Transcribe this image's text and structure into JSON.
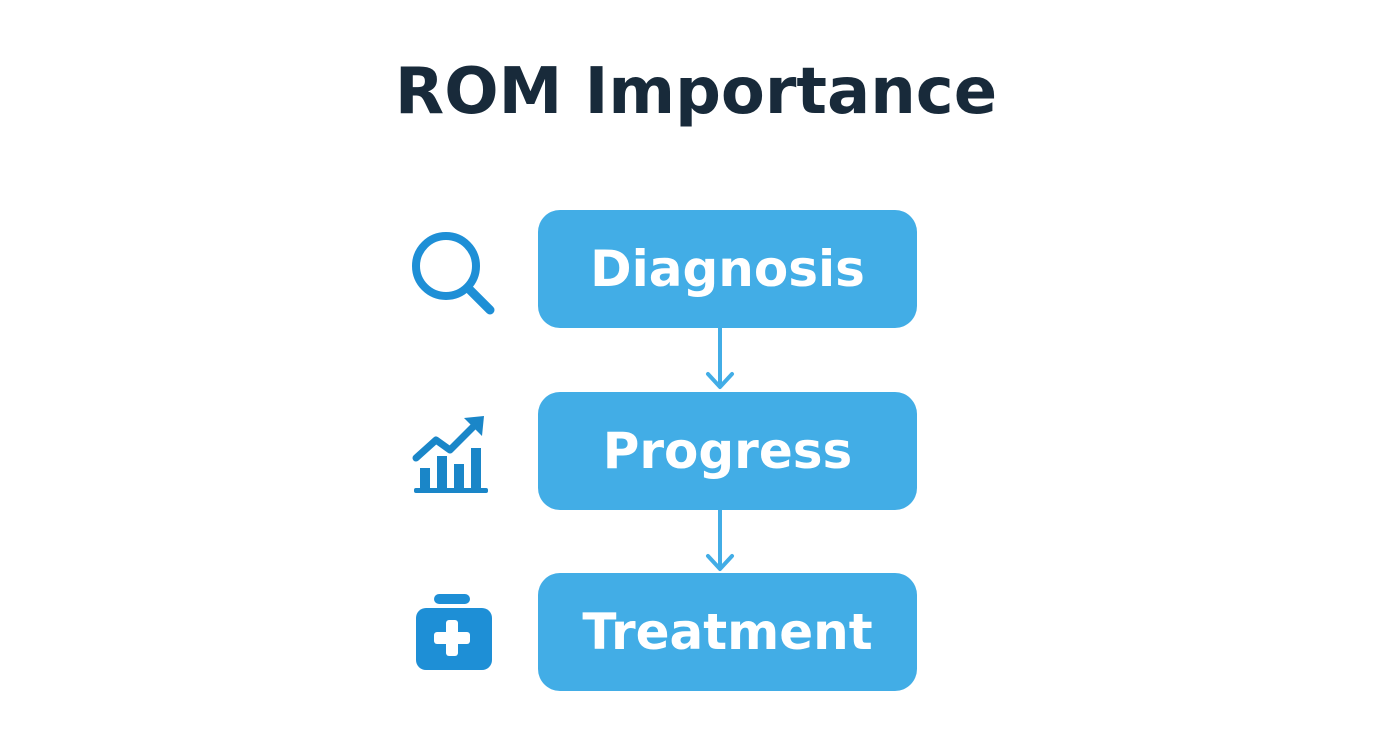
{
  "diagram": {
    "title": "ROM Importance",
    "steps": [
      {
        "label": "Diagnosis",
        "icon": "search-icon"
      },
      {
        "label": "Progress",
        "icon": "chart-growth-icon"
      },
      {
        "label": "Treatment",
        "icon": "medical-kit-icon"
      }
    ],
    "colors": {
      "box_fill": "#42ade6",
      "box_text": "#ffffff",
      "title": "#182a3a",
      "icon": "#1e8fd6",
      "arrow": "#42ade6"
    }
  }
}
